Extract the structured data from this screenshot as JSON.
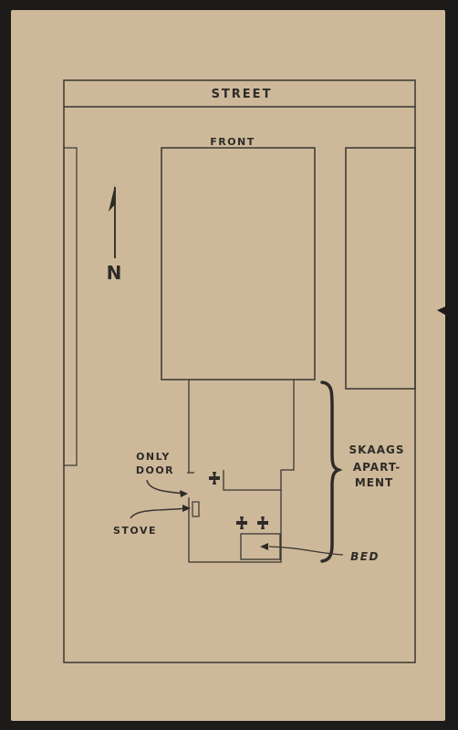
{
  "labels": {
    "street": "STREET",
    "front": "FRONT",
    "north": "N",
    "only_door": [
      "ONLY",
      "DOOR"
    ],
    "stove": "STOVE",
    "skaags_apartment": [
      "SKAAGS",
      "APART-",
      "MENT"
    ],
    "bed": "BED"
  },
  "colors": {
    "paper": "#cdb99a",
    "ink": "#3a3631",
    "background": "#1d1b19"
  },
  "icons": {
    "bodies": "cross-marker-icon",
    "north_arrow": "north-arrow-icon"
  }
}
